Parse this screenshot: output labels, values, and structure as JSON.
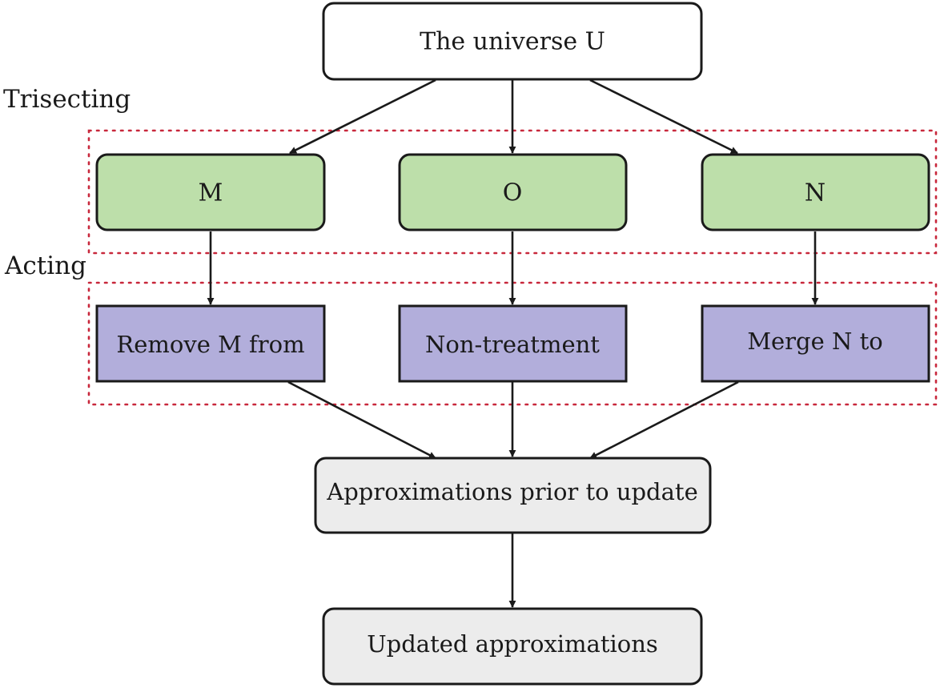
{
  "diagram": {
    "stage_labels": {
      "trisecting": "Trisecting",
      "acting": "Acting"
    },
    "nodes": {
      "universe": {
        "label": "The universe U",
        "fill": "#ffffff"
      },
      "m": {
        "label": "M",
        "fill": "#bddfaa"
      },
      "o": {
        "label": "O",
        "fill": "#bddfaa"
      },
      "n": {
        "label": "N",
        "fill": "#bddfaa"
      },
      "remove": {
        "label": "Remove M from",
        "fill": "#b2aedb"
      },
      "nontreatment": {
        "label": "Non-treatment",
        "fill": "#b2aedb"
      },
      "merge": {
        "label": "Merge N to",
        "fill": "#b2aedb"
      },
      "prior": {
        "label": "Approximations prior to update",
        "fill": "#ececec"
      },
      "updated": {
        "label": "Updated approximations",
        "fill": "#ececec"
      }
    },
    "edges": [
      [
        "universe",
        "m"
      ],
      [
        "universe",
        "o"
      ],
      [
        "universe",
        "n"
      ],
      [
        "m",
        "remove"
      ],
      [
        "o",
        "nontreatment"
      ],
      [
        "n",
        "merge"
      ],
      [
        "remove",
        "prior"
      ],
      [
        "nontreatment",
        "prior"
      ],
      [
        "merge",
        "prior"
      ],
      [
        "prior",
        "updated"
      ]
    ],
    "colors": {
      "line": "#1a1a1a",
      "group_border": "#c8283c"
    }
  }
}
